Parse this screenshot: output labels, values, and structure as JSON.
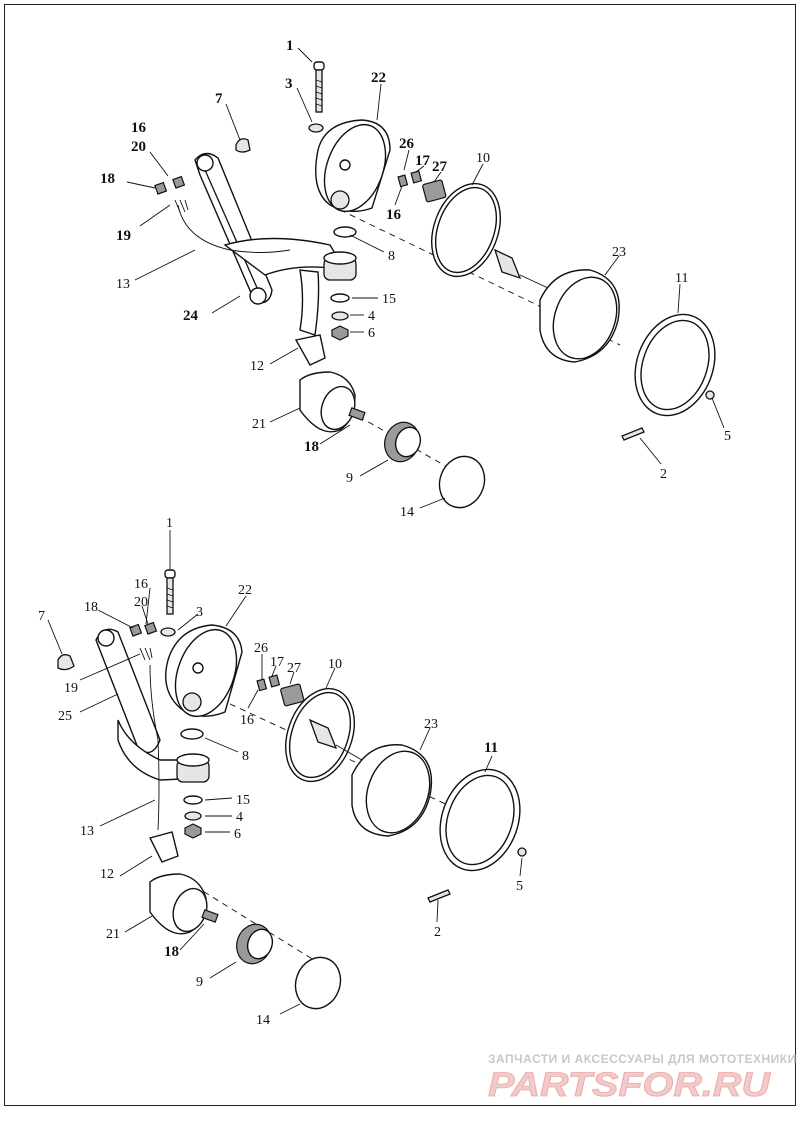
{
  "diagram": {
    "upper_assembly": {
      "labels": [
        {
          "id": "u1",
          "text": "1"
        },
        {
          "id": "u3",
          "text": "3"
        },
        {
          "id": "u22",
          "text": "22"
        },
        {
          "id": "u7",
          "text": "7"
        },
        {
          "id": "u16a",
          "text": "16"
        },
        {
          "id": "u20",
          "text": "20"
        },
        {
          "id": "u26",
          "text": "26"
        },
        {
          "id": "u17",
          "text": "17"
        },
        {
          "id": "u27",
          "text": "27"
        },
        {
          "id": "u10",
          "text": "10"
        },
        {
          "id": "u18a",
          "text": "18"
        },
        {
          "id": "u19",
          "text": "19"
        },
        {
          "id": "u16b",
          "text": "16"
        },
        {
          "id": "u8",
          "text": "8"
        },
        {
          "id": "u13",
          "text": "13"
        },
        {
          "id": "u23",
          "text": "23"
        },
        {
          "id": "u11",
          "text": "11"
        },
        {
          "id": "u15",
          "text": "15"
        },
        {
          "id": "u24",
          "text": "24"
        },
        {
          "id": "u4",
          "text": "4"
        },
        {
          "id": "u6",
          "text": "6"
        },
        {
          "id": "u12",
          "text": "12"
        },
        {
          "id": "u21",
          "text": "21"
        },
        {
          "id": "u5",
          "text": "5"
        },
        {
          "id": "u18b",
          "text": "18"
        },
        {
          "id": "u2",
          "text": "2"
        },
        {
          "id": "u9",
          "text": "9"
        },
        {
          "id": "u14",
          "text": "14"
        }
      ]
    },
    "lower_assembly": {
      "labels": [
        {
          "id": "l1",
          "text": "1"
        },
        {
          "id": "l16a",
          "text": "16"
        },
        {
          "id": "l22",
          "text": "22"
        },
        {
          "id": "l20",
          "text": "20"
        },
        {
          "id": "l18a",
          "text": "18"
        },
        {
          "id": "l3",
          "text": "3"
        },
        {
          "id": "l7",
          "text": "7"
        },
        {
          "id": "l26",
          "text": "26"
        },
        {
          "id": "l17",
          "text": "17"
        },
        {
          "id": "l27",
          "text": "27"
        },
        {
          "id": "l10",
          "text": "10"
        },
        {
          "id": "l19",
          "text": "19"
        },
        {
          "id": "l16b",
          "text": "16"
        },
        {
          "id": "l25",
          "text": "25"
        },
        {
          "id": "l23",
          "text": "23"
        },
        {
          "id": "l11",
          "text": "11"
        },
        {
          "id": "l8",
          "text": "8"
        },
        {
          "id": "l15",
          "text": "15"
        },
        {
          "id": "l4",
          "text": "4"
        },
        {
          "id": "l13",
          "text": "13"
        },
        {
          "id": "l6",
          "text": "6"
        },
        {
          "id": "l12",
          "text": "12"
        },
        {
          "id": "l5",
          "text": "5"
        },
        {
          "id": "l2",
          "text": "2"
        },
        {
          "id": "l21",
          "text": "21"
        },
        {
          "id": "l18b",
          "text": "18"
        },
        {
          "id": "l9",
          "text": "9"
        },
        {
          "id": "l14",
          "text": "14"
        }
      ]
    }
  },
  "watermark": {
    "tagline": "ЗАПЧАСТИ И АКСЕССУАРЫ ДЛЯ МОТОТЕХНИКИ",
    "logo": "PARTSFOR.RU"
  }
}
